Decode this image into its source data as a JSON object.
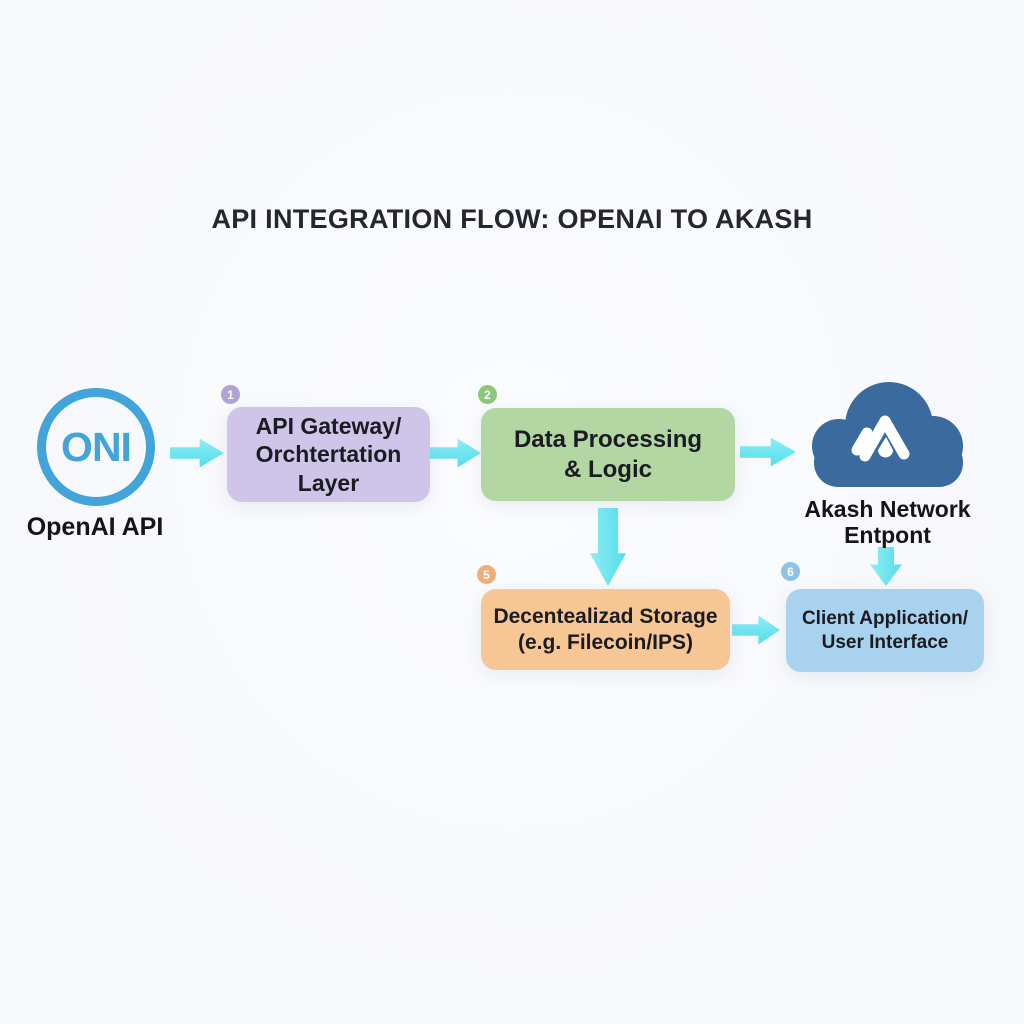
{
  "title": "API INTEGRATION FLOW: OPENAI TO AKASH",
  "openai": {
    "logo_text": "ONI",
    "label": "OpenAI API"
  },
  "steps": {
    "gateway": {
      "badge": "1",
      "label": "API Gateway/\nOrchtertation\nLayer"
    },
    "processing": {
      "badge": "2",
      "label": "Data Processing\n& Logic"
    },
    "storage": {
      "badge": "5",
      "label": "Decentealizad Storage\n(e.g. Filecoin/IPS)"
    },
    "client": {
      "badge": "6",
      "label": "Client Application/\nUser Interface"
    }
  },
  "akash": {
    "label": "Akash Network\nEntpont"
  },
  "colors": {
    "background": "#f7f8fb",
    "arrow": "#55dde9",
    "arrow_light": "#8deef5",
    "openai_blue": "#43a4d9",
    "gateway_box": "#cec5e9",
    "gateway_badge": "#b2a2d6",
    "processing_box": "#b2d7a2",
    "processing_badge": "#8cc879",
    "storage_box": "#f6c695",
    "storage_badge": "#eeae78",
    "client_box": "#a8d2ee",
    "client_badge": "#8ec1e5",
    "akash_cloud": "#3a6a9e",
    "text": "#1b1b22"
  }
}
